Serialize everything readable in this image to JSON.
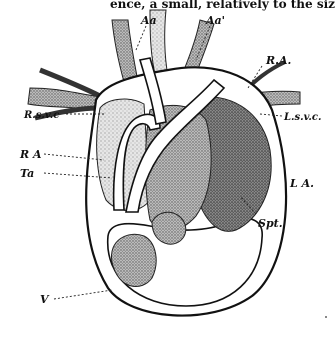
{
  "caption_fragment": "ence, a small, relatively to the size o",
  "labels": {
    "aa": "Aa",
    "aa_prime": "Aa'",
    "ra_top": "R.A.",
    "rsvc": "R.s.v.c",
    "lsvc": "L.s.v.c.",
    "ra_left": "R A",
    "ta": "Ta",
    "la": "L A.",
    "spt": "Spt.",
    "v": "V"
  },
  "colors": {
    "ink": "#1a1a1a",
    "paper": "#ffffff",
    "stipple_dark": "#7a7a7a",
    "stipple_mid": "#a9a9a9",
    "stipple_light": "#cfcfcf"
  }
}
